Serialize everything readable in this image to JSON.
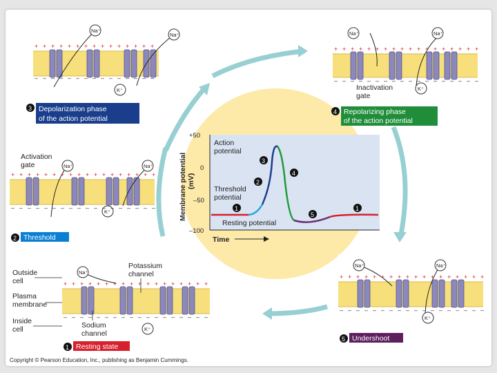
{
  "panels": {
    "p1": {
      "number": "1",
      "caption": "Resting state",
      "color": "#d6202d"
    },
    "p2": {
      "number": "2",
      "caption": "Threshold",
      "color": "#0a7fd4"
    },
    "p3": {
      "number": "3",
      "caption_line1": "Depolarization phase",
      "caption_line2": "of the action potential",
      "color": "#1a3e8c"
    },
    "p4": {
      "number": "4",
      "caption_line1": "Repolarizing phase",
      "caption_line2": "of the action potential",
      "color": "#1f8d3a"
    },
    "p5": {
      "number": "5",
      "caption": "Undershoot",
      "color": "#5e1f5f"
    }
  },
  "ions": {
    "sodium": "Na⁺",
    "potassium": "K⁺"
  },
  "charges": {
    "plus": "+",
    "minus": "–"
  },
  "labels": {
    "outside_cell_1": "Outside",
    "outside_cell_2": "cell",
    "plasma_membrane_1": "Plasma",
    "plasma_membrane_2": "membrane",
    "inside_cell_1": "Inside",
    "inside_cell_2": "cell",
    "potassium_channel_1": "Potassium",
    "potassium_channel_2": "channel",
    "sodium_channel_1": "Sodium",
    "sodium_channel_2": "channel",
    "activation_gate_1": "Activation",
    "activation_gate_2": "gate",
    "inactivation_gate_1": "Inactivation",
    "inactivation_gate_2": "gate"
  },
  "graph": {
    "ylabel_line1": "Membrane potential",
    "ylabel_line2": "(mV)",
    "xlabel": "Time",
    "yticks": [
      "+50",
      "0",
      "–50",
      "–100"
    ],
    "action_potential_1": "Action",
    "action_potential_2": "potential",
    "threshold_1": "Threshold",
    "threshold_2": "potential",
    "resting": "Resting potential",
    "markers": [
      "1",
      "2",
      "3",
      "4",
      "5",
      "1"
    ],
    "colors": {
      "resting": "#d6202d",
      "threshold": "#2aa6dd",
      "depol": "#1a3e8c",
      "repol": "#1f9a3a",
      "undershoot": "#6a2a74"
    }
  },
  "copyright": "Copyright © Pearson Education, Inc., publishing as Benjamin Cummings."
}
